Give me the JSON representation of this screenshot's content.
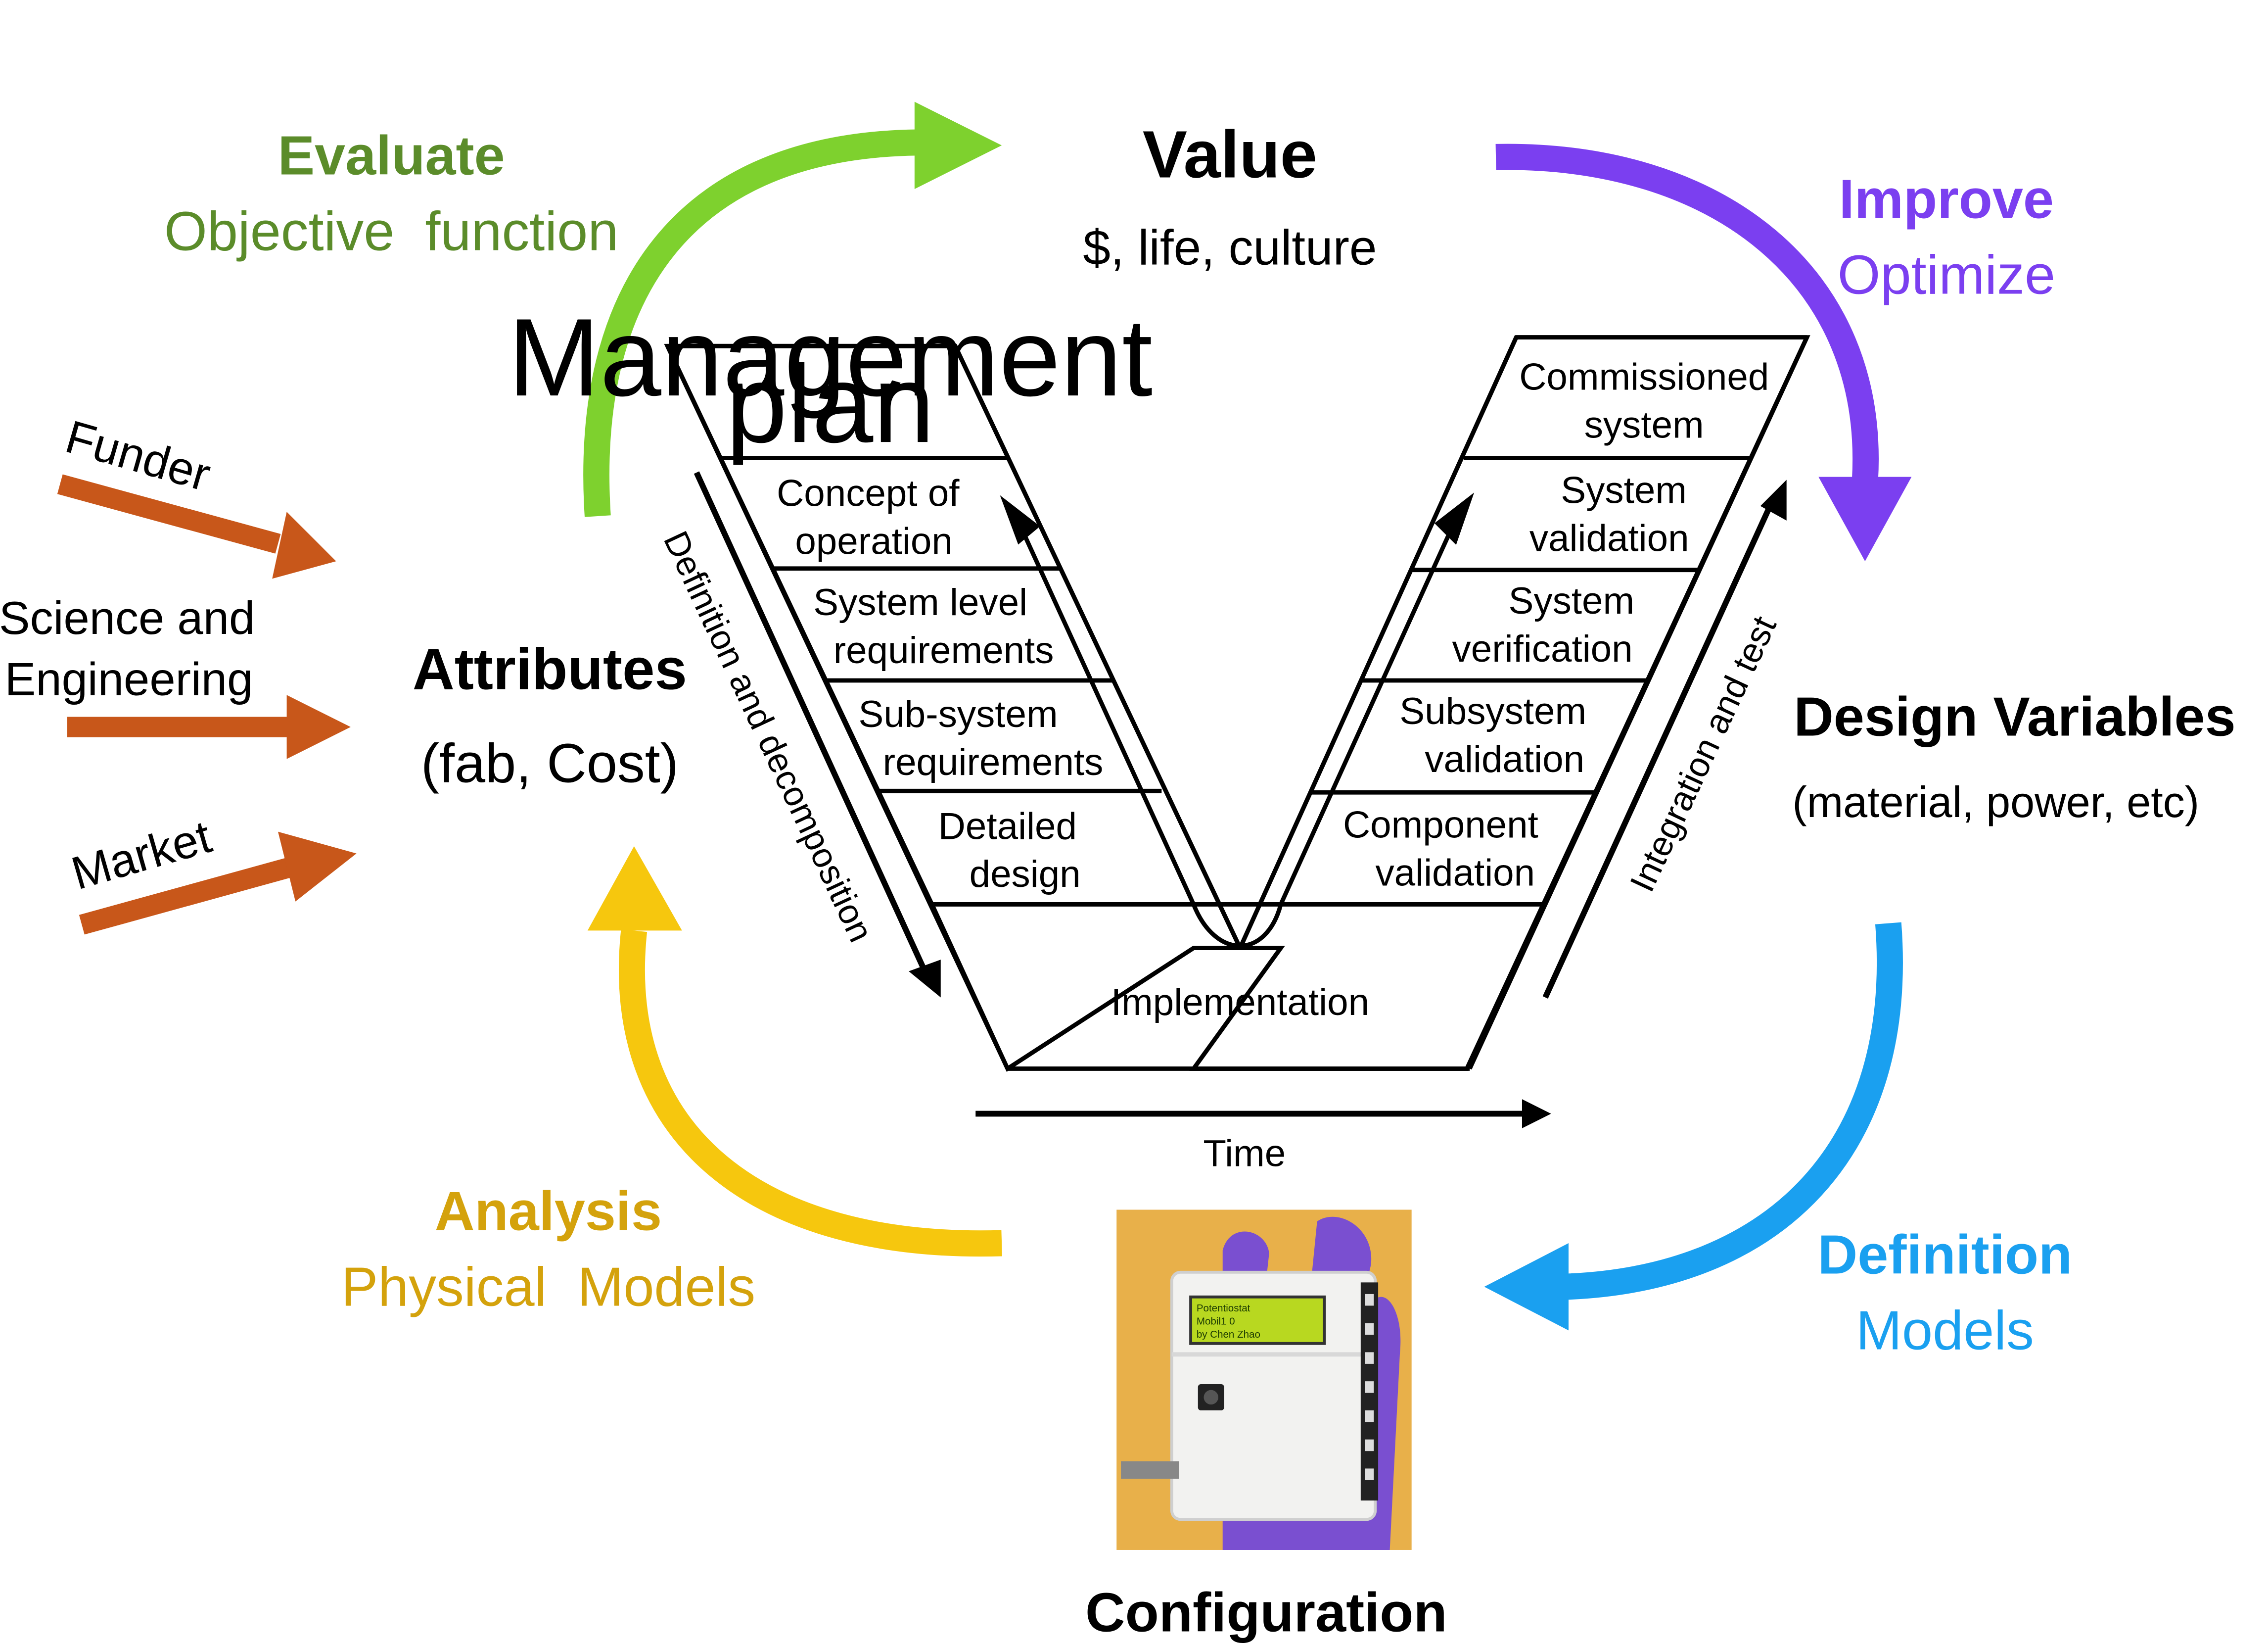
{
  "cycle": {
    "value": {
      "title": "Value",
      "subtitle": "$, life, culture"
    },
    "evaluate": {
      "title": "Evaluate",
      "subtitle": "Objective  function"
    },
    "improve": {
      "title": "Improve",
      "subtitle": "Optimize"
    },
    "attributes": {
      "title": "Attributes",
      "subtitle": "(fab, Cost)"
    },
    "design_variables": {
      "title": "Design Variables",
      "subtitle": "(material, power, etc)"
    },
    "analysis": {
      "title": "Analysis",
      "subtitle": "Physical  Models"
    },
    "definition": {
      "title": "Definition",
      "subtitle": "Models"
    },
    "configuration": {
      "title": "Configuration"
    }
  },
  "inputs": {
    "funder": "Funder",
    "science_line1": "Science and",
    "science_line2": "Engineering",
    "market": "Market"
  },
  "v_model": {
    "left": [
      {
        "line1": "Management",
        "line2": "plan"
      },
      {
        "line1": "Concept of",
        "line2": "operation"
      },
      {
        "line1": "System level",
        "line2": "requirements"
      },
      {
        "line1": "Sub-system",
        "line2": "requirements"
      },
      {
        "line1": "Detailed",
        "line2": "design"
      }
    ],
    "right": [
      {
        "line1": "Commissioned",
        "line2": "system"
      },
      {
        "line1": "System",
        "line2": "validation"
      },
      {
        "line1": "System",
        "line2": "verification"
      },
      {
        "line1": "Subsystem",
        "line2": "validation"
      },
      {
        "line1": "Component",
        "line2": "validation"
      }
    ],
    "bottom": "Implementation",
    "left_axis_label": "Definition and decomposition",
    "right_axis_label": "Integration and test",
    "time_label": "Time"
  },
  "device_screen": {
    "line1": "Potentiostat",
    "line2": "Mobil1 0",
    "line3": "by Chen Zhao"
  },
  "colors": {
    "evaluate": "#5b8c2a",
    "evaluate_arrow": "#7ed12e",
    "improve": "#7b3ff0",
    "definition": "#1aa0f0",
    "analysis": "#d4a20c",
    "analysis_arrow": "#f6c70e",
    "inputs": "#c8571a"
  }
}
